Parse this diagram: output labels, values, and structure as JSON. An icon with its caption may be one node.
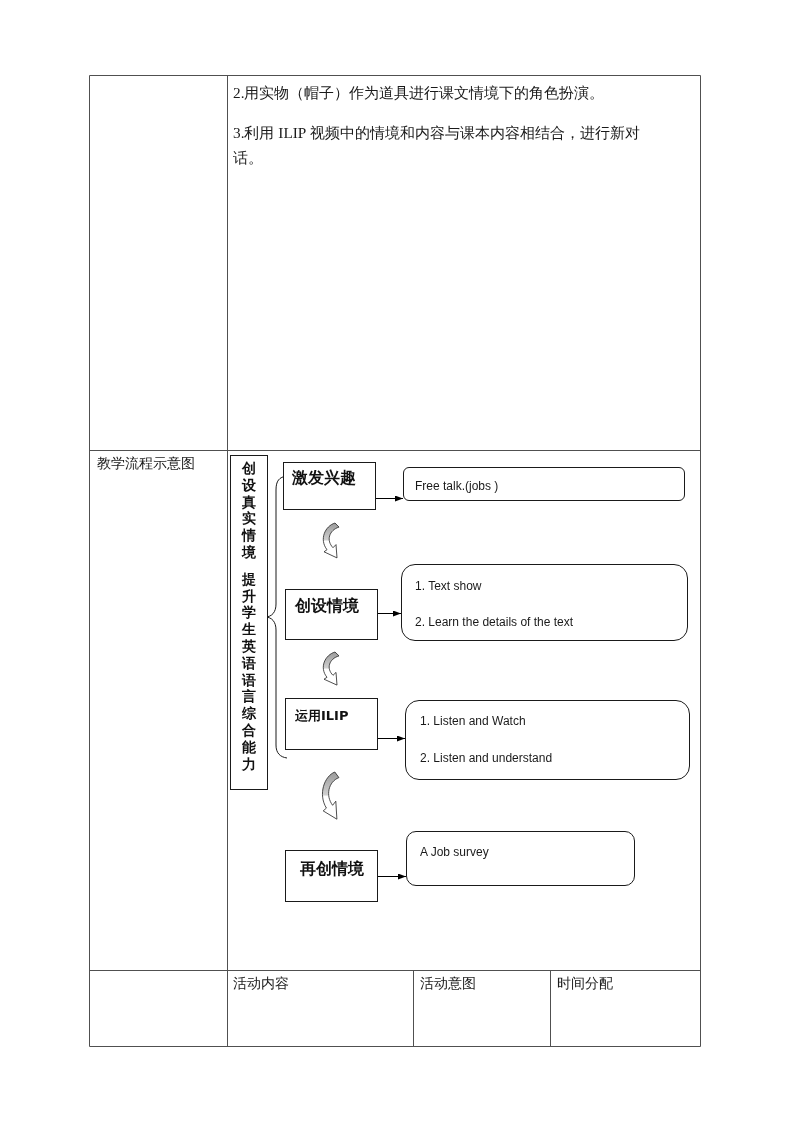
{
  "diagram": {
    "nodes": [
      {
        "text": [
          "创设真实情境",
          "提升学生英语语言综合能力"
        ]
      },
      {
        "text": [
          "激发兴趣"
        ]
      },
      {
        "text": [
          "Free talk.(jobs )"
        ]
      },
      {
        "text": [
          "创设情境"
        ]
      },
      {
        "text": [
          "1. Text show",
          "2. Learn the details of the text"
        ]
      },
      {
        "text": [
          "运用ILIP"
        ]
      },
      {
        "text": [
          "1. Listen and Watch",
          "2. Listen and understand"
        ]
      },
      {
        "text": [
          "再创情境"
        ]
      },
      {
        "text": [
          "A Job survey"
        ]
      }
    ],
    "edges": [
      {
        "from": 1,
        "to": 2,
        "arrow": "to"
      },
      {
        "from": 1,
        "to": 3,
        "arrow": "to",
        "style": "thick"
      },
      {
        "from": 3,
        "to": 4,
        "arrow": "to"
      },
      {
        "from": 3,
        "to": 5,
        "arrow": "to",
        "style": "thick"
      },
      {
        "from": 5,
        "to": 6,
        "arrow": "to"
      },
      {
        "from": 5,
        "to": 7,
        "arrow": "to",
        "style": "thick"
      },
      {
        "from": 7,
        "to": 8,
        "arrow": "to"
      }
    ],
    "labels": [
      "2.用实物（帽子）作为道具进行课文情境下的角色扮演。",
      "3.利用 ILIP 视频中的情境和内容与课本内容相结合，进行新对话。",
      "教学流程示意图",
      "活动内容",
      "活动意图",
      "时间分配"
    ]
  }
}
